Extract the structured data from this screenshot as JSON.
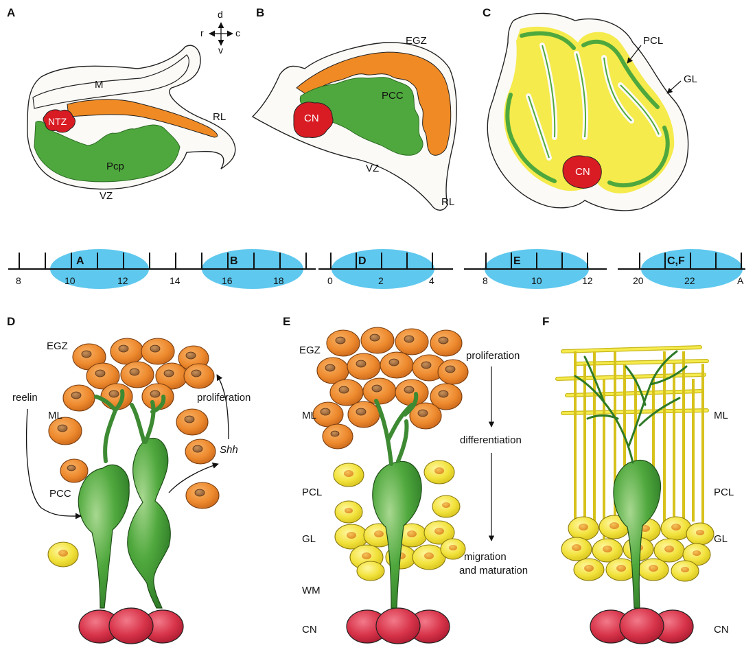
{
  "panels": {
    "a": {
      "letter": "A",
      "labels": {
        "m": "M",
        "ntz": "NTZ",
        "rl": "RL",
        "pcp": "Pcp",
        "vz": "VZ"
      }
    },
    "b": {
      "letter": "B",
      "labels": {
        "egz": "EGZ",
        "pcc": "PCC",
        "cn": "CN",
        "vz": "VZ",
        "rl": "RL"
      }
    },
    "c": {
      "letter": "C",
      "labels": {
        "pcl": "PCL",
        "gl": "GL",
        "cn": "CN"
      }
    },
    "d": {
      "letter": "D",
      "labels": {
        "egz": "EGZ",
        "reelin": "reelin",
        "ml": "ML",
        "pcc": "PCC",
        "proliferation": "proliferation",
        "shh": "Shh"
      }
    },
    "e": {
      "letter": "E",
      "labels": {
        "egz": "EGZ",
        "ml": "ML",
        "pcl": "PCL",
        "gl": "GL",
        "wm": "WM",
        "cn": "CN",
        "proliferation": "proliferation",
        "differentiation": "differentiation",
        "migration": "migration",
        "maturation": "and maturation"
      }
    },
    "f": {
      "letter": "F",
      "labels": {
        "ml": "ML",
        "pcl": "PCL",
        "gl": "GL",
        "cn": "CN"
      }
    }
  },
  "compass": {
    "d": "d",
    "v": "v",
    "r": "r",
    "c": "c"
  },
  "timeline": {
    "segments": [
      {
        "ticks": [
          "8",
          "10",
          "12",
          "14",
          "16",
          "18"
        ],
        "markers": [
          "A",
          "B"
        ]
      },
      {
        "ticks": [
          "0",
          "2",
          "4"
        ],
        "markers": [
          "D"
        ]
      },
      {
        "ticks": [
          "8",
          "10",
          "12"
        ],
        "markers": [
          "E"
        ]
      },
      {
        "ticks": [
          "20",
          "22",
          "A"
        ],
        "markers": [
          "C,F"
        ]
      }
    ]
  },
  "colors": {
    "orange": "#F08A24",
    "green": "#4FA83D",
    "red": "#D91C24",
    "yellow": "#F5EB4C",
    "blue": "#5FC8EE",
    "cn_red": "#D8344A"
  }
}
